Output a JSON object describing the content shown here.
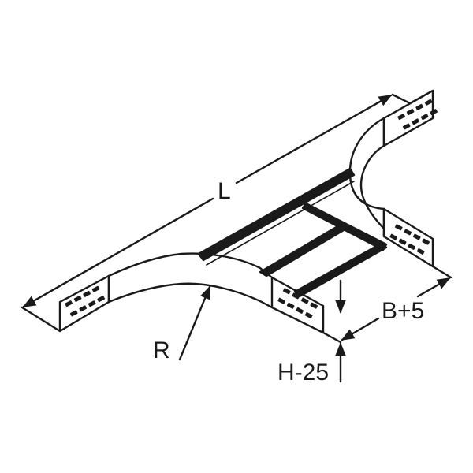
{
  "drawing": {
    "subject": "Cable ladder T-piece (tee) isometric",
    "line_color": "#1a1a1a",
    "background": "#ffffff"
  },
  "dimensions": {
    "length": "L",
    "radius": "R",
    "width": "B+5",
    "height": "H-25"
  }
}
